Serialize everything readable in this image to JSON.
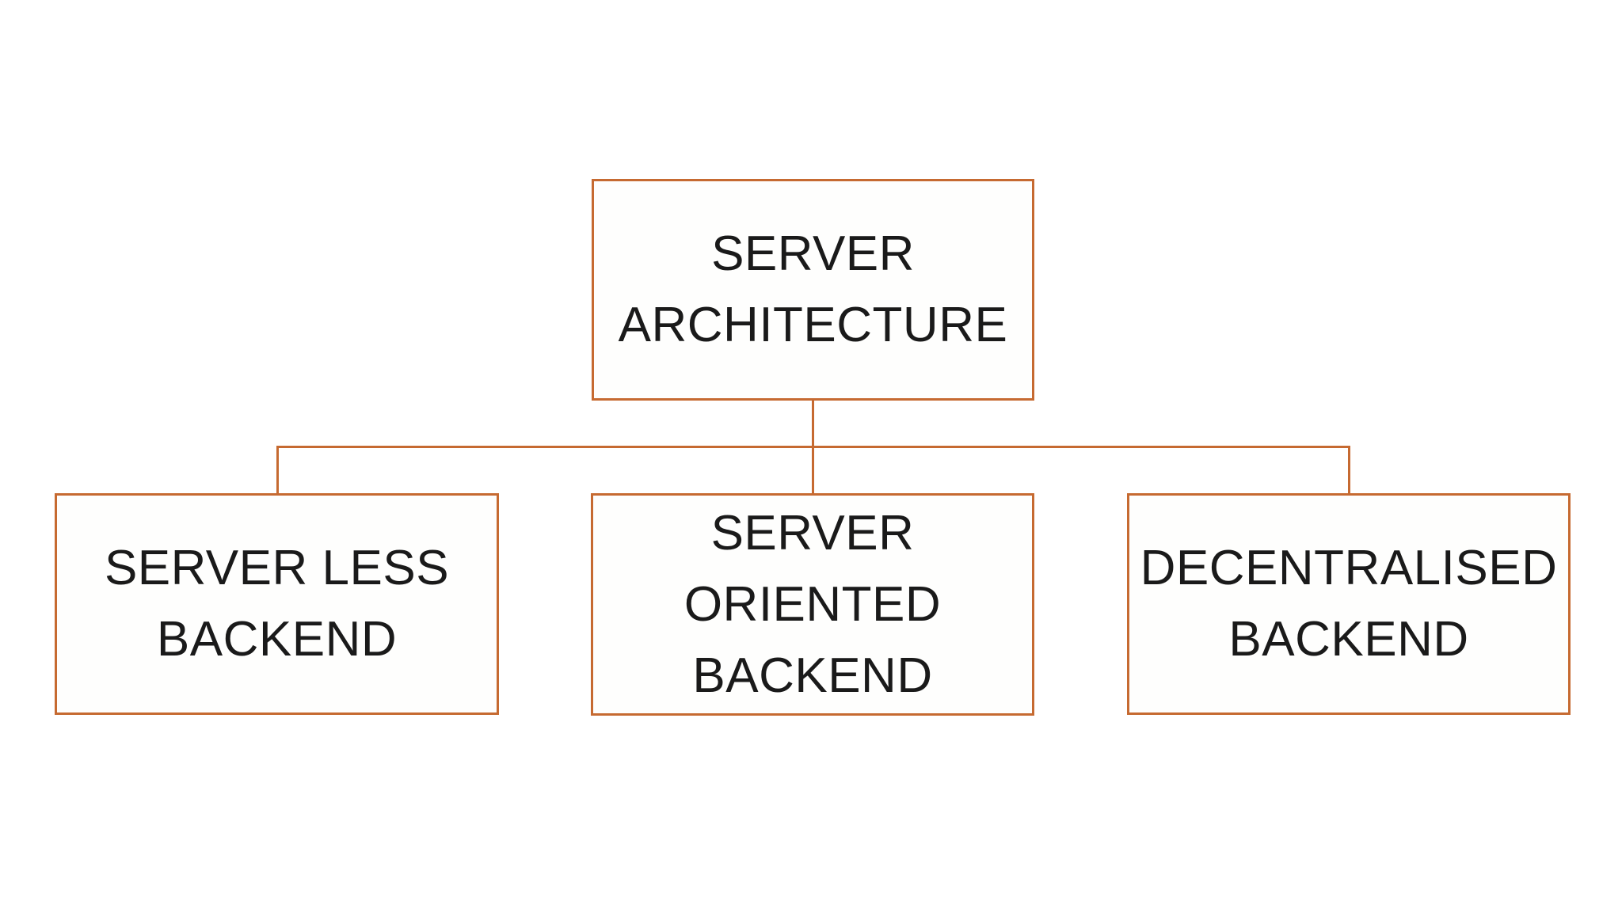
{
  "diagram": {
    "type": "hierarchy-org-chart",
    "colors": {
      "accent": "#C66A31",
      "text": "#1A1A1A",
      "background": "#FFFFFF",
      "node_fill": "#FEFEFD"
    },
    "root": {
      "id": "server-architecture",
      "label": "SERVER\nARCHITECTURE"
    },
    "children": [
      {
        "id": "server-less-backend",
        "label": "SERVER LESS\nBACKEND"
      },
      {
        "id": "server-oriented-backend",
        "label": "SERVER\nORIENTED\nBACKEND"
      },
      {
        "id": "decentralised-backend",
        "label": "DECENTRALISED\nBACKEND"
      }
    ],
    "edges": [
      {
        "from": "server-architecture",
        "to": "server-less-backend"
      },
      {
        "from": "server-architecture",
        "to": "server-oriented-backend"
      },
      {
        "from": "server-architecture",
        "to": "decentralised-backend"
      }
    ]
  }
}
